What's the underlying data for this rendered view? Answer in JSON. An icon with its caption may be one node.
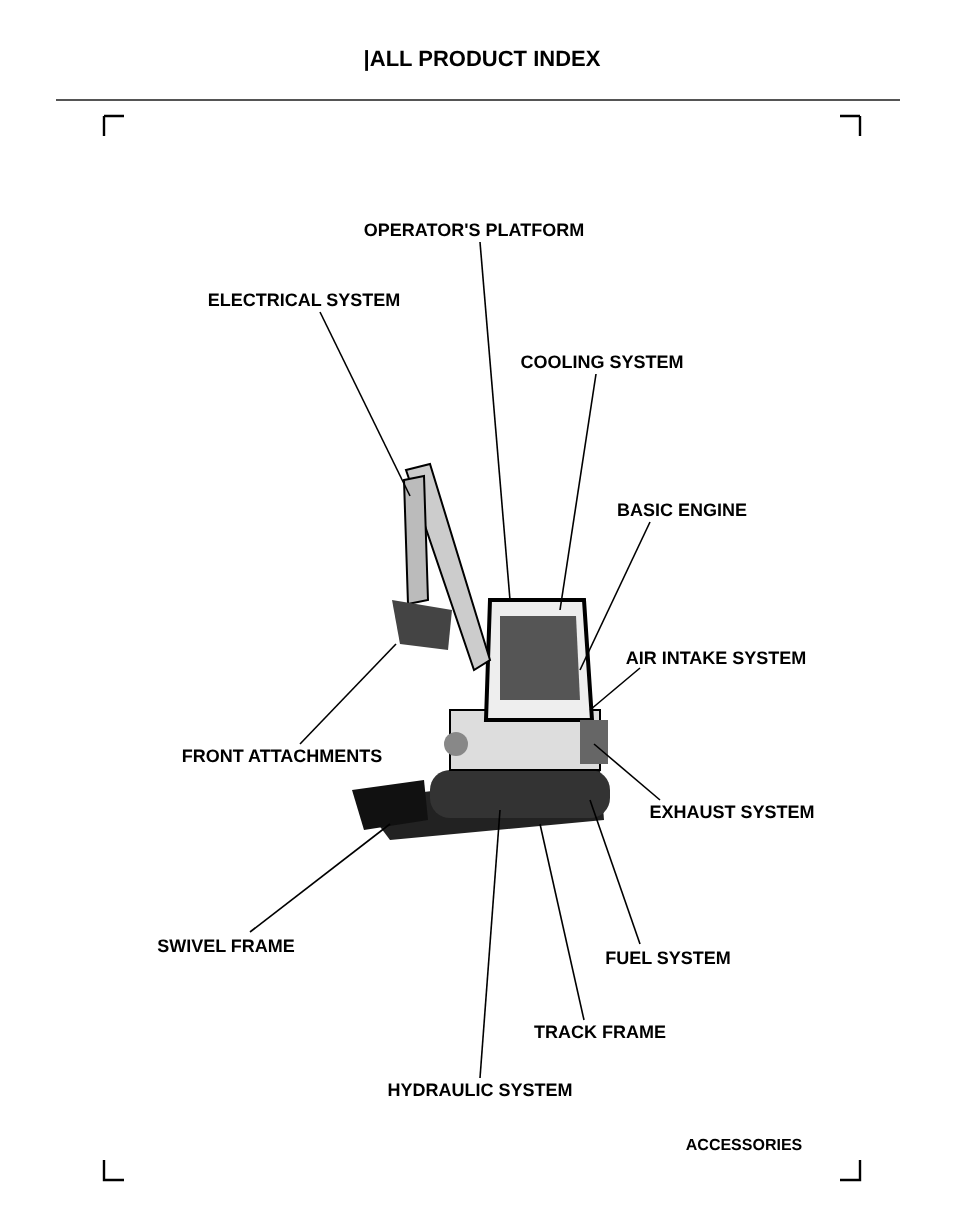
{
  "diagram": {
    "title": "|ALL PRODUCT INDEX",
    "nodes": [
      {
        "text": [
          "OPERATOR'S PLATFORM"
        ]
      },
      {
        "text": [
          "ELECTRICAL SYSTEM"
        ]
      },
      {
        "text": [
          "COOLING SYSTEM"
        ]
      },
      {
        "text": [
          "BASIC ENGINE"
        ]
      },
      {
        "text": [
          "AIR INTAKE SYSTEM"
        ]
      },
      {
        "text": [
          "FRONT ATTACHMENTS"
        ]
      },
      {
        "text": [
          "EXHAUST SYSTEM"
        ]
      },
      {
        "text": [
          "SWIVEL FRAME"
        ]
      },
      {
        "text": [
          "FUEL SYSTEM"
        ]
      },
      {
        "text": [
          "TRACK FRAME"
        ]
      },
      {
        "text": [
          "HYDRAULIC SYSTEM"
        ]
      }
    ],
    "edges": [
      {
        "from": 0,
        "to": null,
        "arrow": "none"
      },
      {
        "from": 1,
        "to": null,
        "arrow": "none"
      },
      {
        "from": 2,
        "to": null,
        "arrow": "none"
      },
      {
        "from": 3,
        "to": null,
        "arrow": "none"
      },
      {
        "from": 4,
        "to": null,
        "arrow": "none"
      },
      {
        "from": 5,
        "to": null,
        "arrow": "none"
      },
      {
        "from": 6,
        "to": null,
        "arrow": "none"
      },
      {
        "from": 7,
        "to": null,
        "arrow": "none"
      },
      {
        "from": 8,
        "to": null,
        "arrow": "none"
      },
      {
        "from": 9,
        "to": null,
        "arrow": "none"
      },
      {
        "from": 10,
        "to": null,
        "arrow": "none"
      }
    ],
    "labels": [
      "ACCESSORIES"
    ]
  }
}
